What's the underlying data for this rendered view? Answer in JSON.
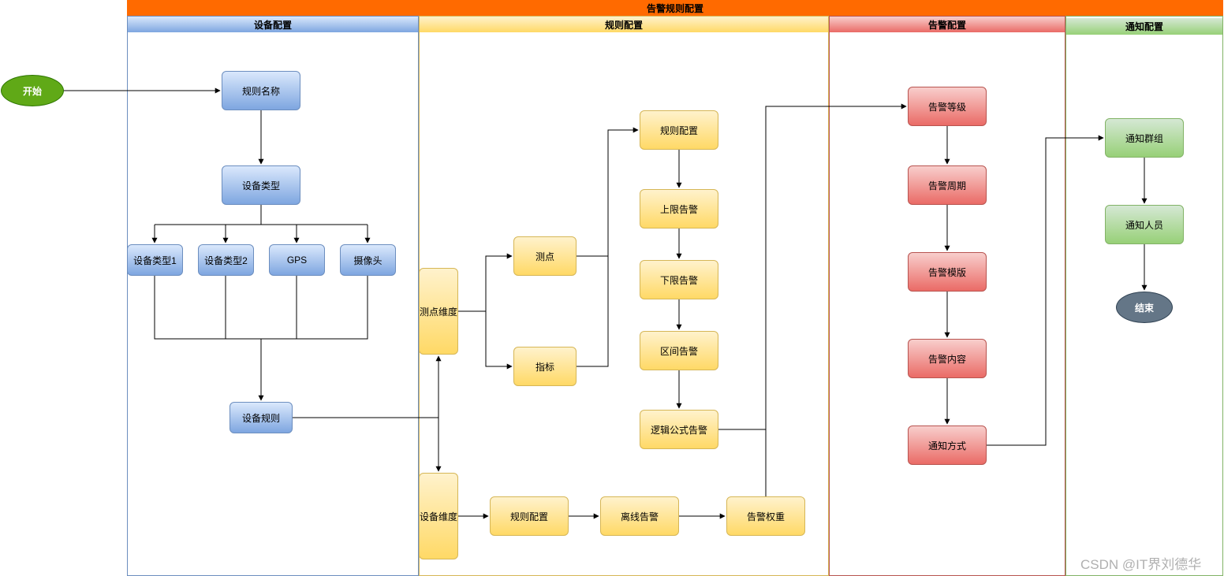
{
  "title": "告警规则配置",
  "lanes": {
    "device": "设备配置",
    "rule": "规则配置",
    "alarm": "告警配置",
    "notify": "通知配置"
  },
  "nodes": {
    "start": "开始",
    "rule_name": "规则名称",
    "device_type": "设备类型",
    "device_type_1": "设备类型1",
    "device_type_2": "设备类型2",
    "gps": "GPS",
    "camera": "摄像头",
    "device_rule": "设备规则",
    "point_dimension": "测点维度",
    "device_dimension": "设备维度",
    "point": "测点",
    "indicator": "指标",
    "rule_config_top": "规则配置",
    "upper_limit_alarm": "上限告警",
    "lower_limit_alarm": "下限告警",
    "range_alarm": "区间告警",
    "logic_formula_alarm": "逻辑公式告警",
    "rule_config_bottom": "规则配置",
    "offline_alarm": "离线告警",
    "alarm_weight": "告警权重",
    "alarm_level": "告警等级",
    "alarm_cycle": "告警周期",
    "alarm_template": "告警模版",
    "alarm_content": "告警内容",
    "notify_method": "通知方式",
    "notify_group": "通知群组",
    "notify_person": "通知人员",
    "end": "结束"
  },
  "watermark": "CSDN @IT界刘德华",
  "colors": {
    "title_bar": "#ff6a00",
    "blue_fill": "#7ea6e0",
    "yellow_fill": "#ffd966",
    "red_fill": "#ea6b66",
    "green_fill": "#97d077",
    "start_fill": "#60a917",
    "end_fill": "#647687"
  }
}
